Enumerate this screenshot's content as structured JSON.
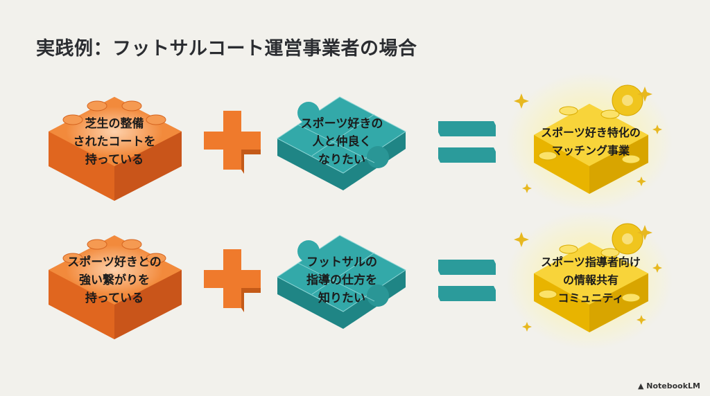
{
  "title": "実践例：フットサルコート運営事業者の場合",
  "rows": [
    {
      "asset": "芝生の整備\nされたコートを\n持っている",
      "need": "スポーツ好きの\n人と仲良く\nなりたい",
      "result": "スポーツ好き特化の\nマッチング事業"
    },
    {
      "asset": "スポーツ好きとの\n強い繋がりを\n持っている",
      "need": "フットサルの\n指導の仕方を\n知りたい",
      "result": "スポーツ指導者向け\nの情報共有\nコミュニティ"
    }
  ],
  "colors": {
    "orange": "#f07a2c",
    "teal": "#2fa6a6",
    "gold": "#f5cc1c"
  },
  "watermark": "NotebookLM"
}
